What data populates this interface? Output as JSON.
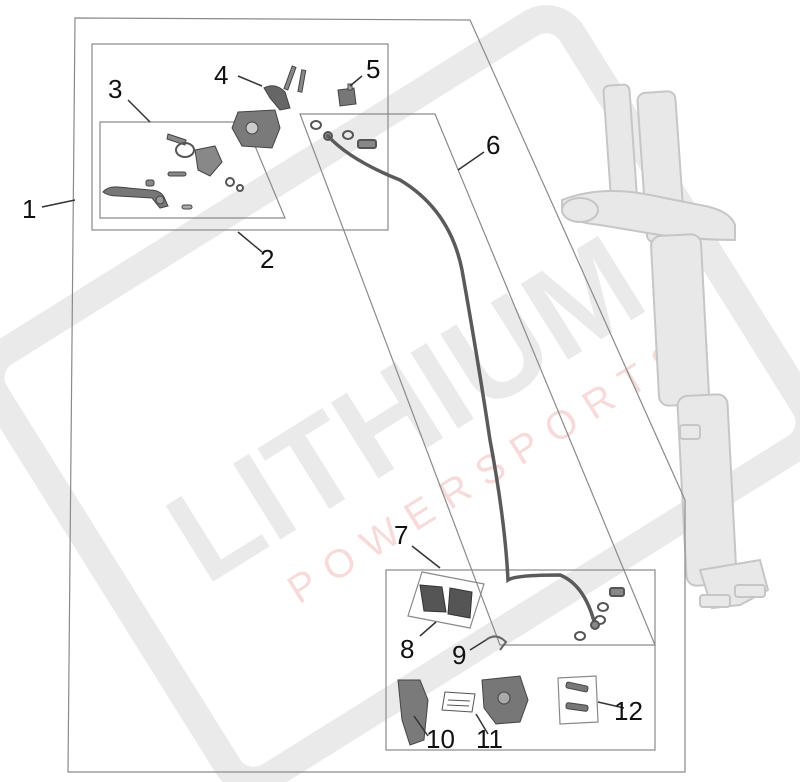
{
  "watermark": {
    "brand": "LITHIUM",
    "tagline": "POWERSPORTS",
    "brand_color": "#000000",
    "tagline_color": "#d63a3a"
  },
  "callouts": {
    "c1": "1",
    "c2": "2",
    "c3": "3",
    "c4": "4",
    "c5": "5",
    "c6": "6",
    "c7": "7",
    "c8": "8",
    "c9": "9",
    "c10": "10",
    "c11": "11",
    "c12": "12"
  },
  "colors": {
    "frame_line": "#888888",
    "part_dark": "#555555",
    "part_mid": "#8a8a8a",
    "fork_fill": "#e6e6e6",
    "fork_stroke": "#c4c4c4"
  }
}
